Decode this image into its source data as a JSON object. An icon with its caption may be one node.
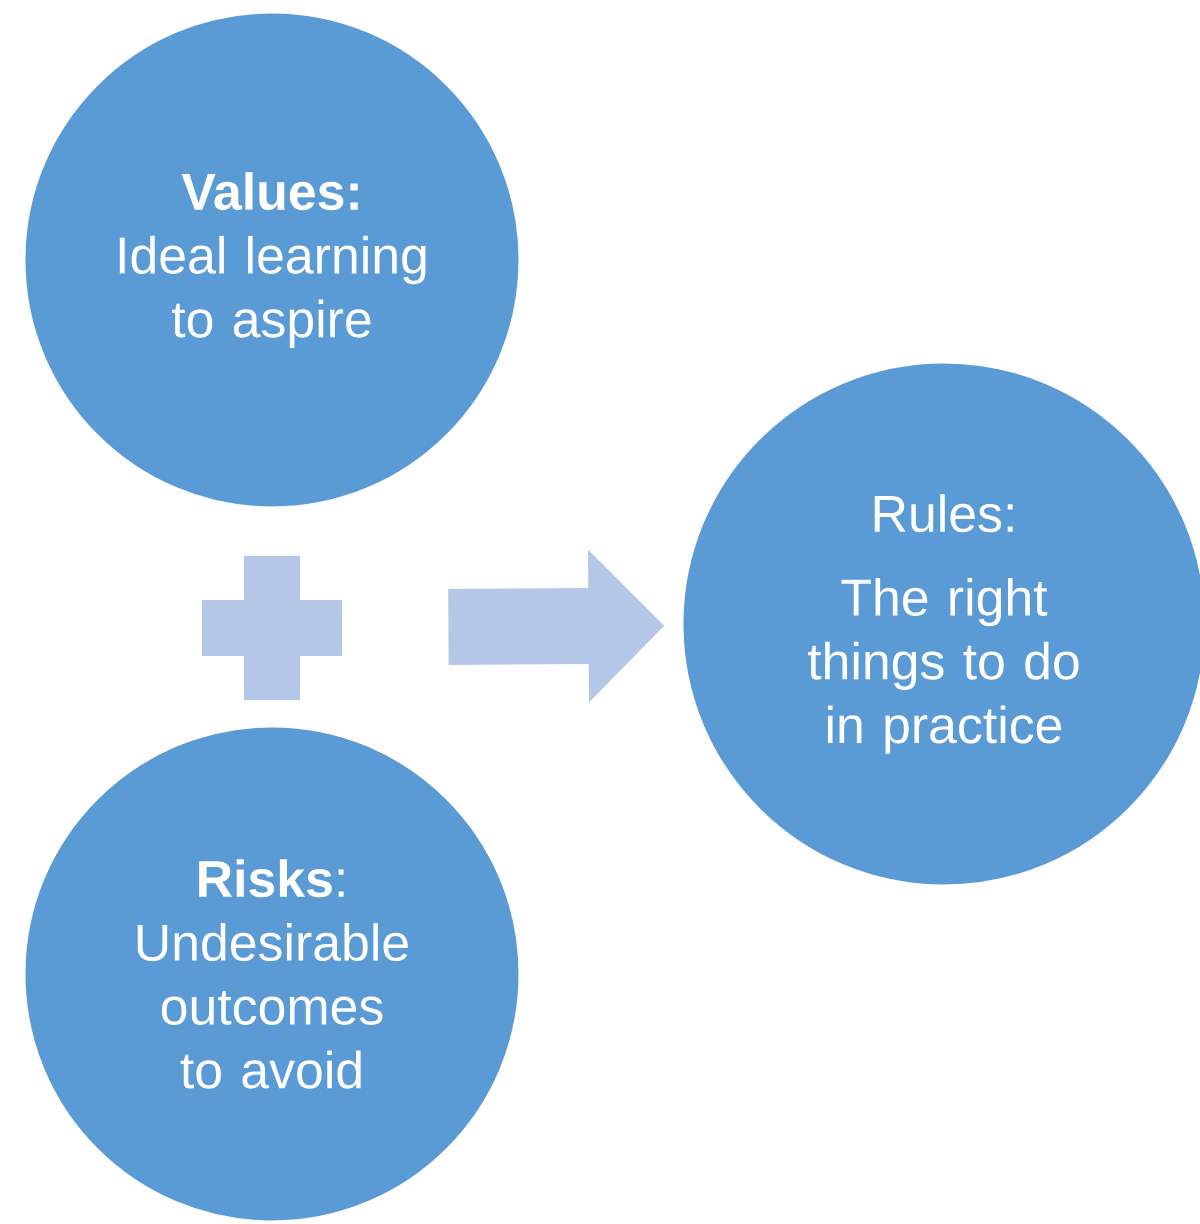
{
  "diagram": {
    "nodes": [
      {
        "text": [
          "Values:",
          "Ideal learning to aspire"
        ]
      },
      {
        "text": [
          "**Risks**:",
          "Undesirable outcomes to avoid"
        ]
      },
      {
        "text": [
          "Rules:",
          "The right things to do in practice"
        ]
      },
      {
        "text": [],
        "shape": "plus"
      }
    ],
    "edges": [
      {
        "from": 3,
        "to": 2,
        "arrow": "to"
      }
    ]
  }
}
